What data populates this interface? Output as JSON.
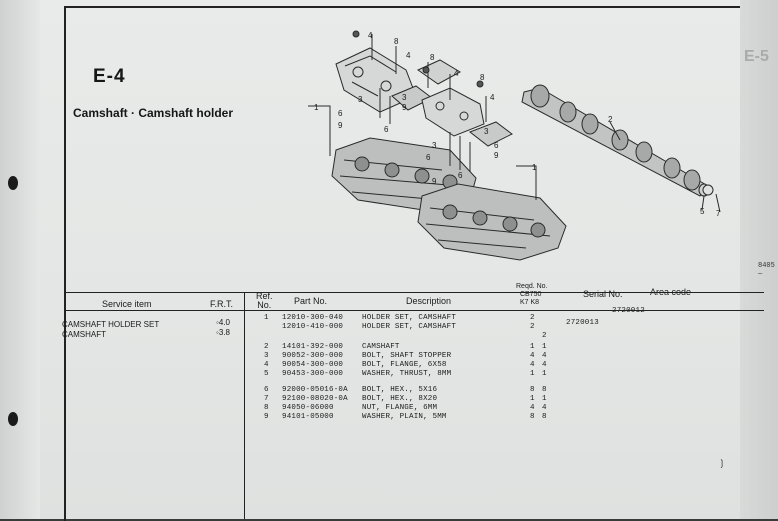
{
  "section": {
    "code": "E-4",
    "title": "Camshaft · Camshaft holder",
    "drawing_code": "8405—"
  },
  "ghost_code": "E-5",
  "diagram_labels": [
    "1",
    "2",
    "3",
    "4",
    "5",
    "6",
    "7",
    "8",
    "9"
  ],
  "table": {
    "headers": {
      "service_item": "Service item",
      "frt": "F.R.T.",
      "ref_no": "Ref.\nNo.",
      "part_no": "Part No.",
      "description": "Description",
      "reqd_no": "Reqd. No.",
      "model": "CB750",
      "variants": "K7 K8",
      "serial_no": "Serial No.",
      "area_code": "Area code"
    },
    "service_items": [
      {
        "name": "CAMSHAFT HOLDER SET",
        "frt": "◦4.0"
      },
      {
        "name": "CAMSHAFT",
        "frt": "◦3.8"
      }
    ],
    "parts": [
      {
        "ref": "1",
        "part_no": "12010-300-040",
        "desc": "HOLDER SET, CAMSHAFT",
        "k7": "2",
        "k8": "",
        "serial": "2720012"
      },
      {
        "ref": "",
        "part_no": "12010-410-000",
        "desc": "HOLDER SET, CAMSHAFT",
        "k7": "2",
        "k8": "",
        "serial": "2720013"
      },
      {
        "ref": "",
        "part_no": "",
        "desc": "",
        "k7": "",
        "k8": "2",
        "serial": ""
      },
      {
        "ref": "2",
        "part_no": "14101-392-000",
        "desc": "CAMSHAFT",
        "k7": "1",
        "k8": "1",
        "serial": ""
      },
      {
        "ref": "3",
        "part_no": "90052-300-000",
        "desc": "BOLT, SHAFT STOPPER",
        "k7": "4",
        "k8": "4",
        "serial": ""
      },
      {
        "ref": "4",
        "part_no": "90054-300-000",
        "desc": "BOLT, FLANGE, 6X58",
        "k7": "4",
        "k8": "4",
        "serial": ""
      },
      {
        "ref": "5",
        "part_no": "90453-300-000",
        "desc": "WASHER, THRUST, 8MM",
        "k7": "1",
        "k8": "1",
        "serial": ""
      },
      {
        "ref": "6",
        "part_no": "92000-05016-0A",
        "desc": "BOLT, HEX., 5X16",
        "k7": "8",
        "k8": "8",
        "serial": ""
      },
      {
        "ref": "7",
        "part_no": "92100-08020-0A",
        "desc": "BOLT, HEX., 8X20",
        "k7": "1",
        "k8": "1",
        "serial": ""
      },
      {
        "ref": "8",
        "part_no": "94050-06000",
        "desc": "NUT, FLANGE, 6MM",
        "k7": "4",
        "k8": "4",
        "serial": ""
      },
      {
        "ref": "9",
        "part_no": "94101-05000",
        "desc": "WASHER, PLAIN, 5MM",
        "k7": "8",
        "k8": "8",
        "serial": ""
      }
    ]
  },
  "colors": {
    "paper": "#e6e8e7",
    "ink": "#1a1a1a",
    "backdrop": "#3a3a3a"
  }
}
